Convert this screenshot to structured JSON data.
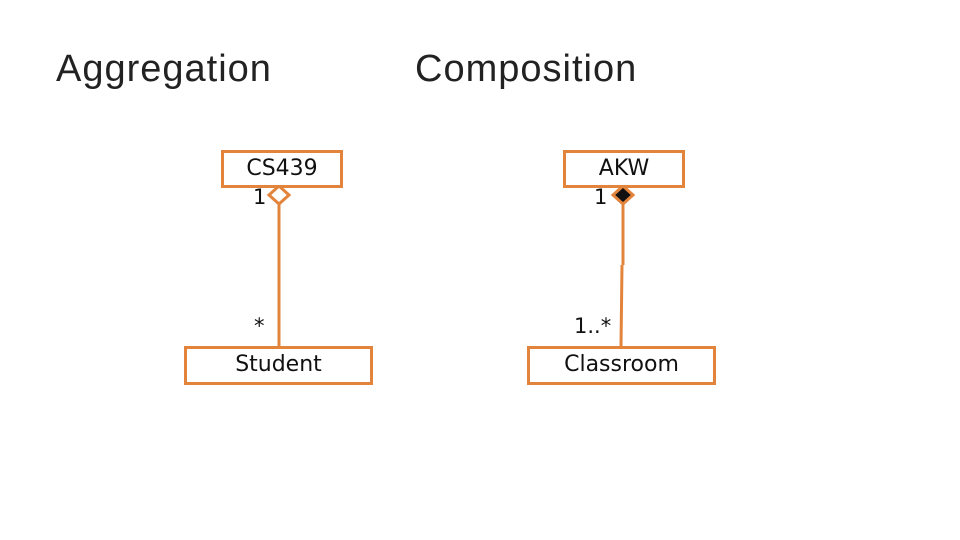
{
  "headings": {
    "aggregation": "Aggregation",
    "composition": "Composition"
  },
  "aggregation": {
    "whole": "CS439",
    "part": "Student",
    "whole_multiplicity": "1",
    "part_multiplicity": "*"
  },
  "composition": {
    "whole": "AKW",
    "part": "Classroom",
    "whole_multiplicity": "1",
    "part_multiplicity": "1..*"
  },
  "colors": {
    "line": "#e3843c",
    "text": "#111111",
    "filled_diamond": "#111111",
    "hollow_diamond_fill": "#ffffff"
  },
  "icons": {
    "aggregation_end": "hollow-diamond-icon",
    "composition_end": "filled-diamond-icon"
  }
}
